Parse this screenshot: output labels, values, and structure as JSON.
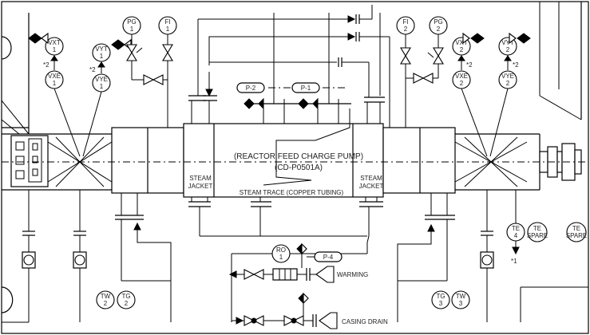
{
  "pump": {
    "name": "(REACTOR FEED CHARGE PUMP)",
    "tag": "(CD-P0501A)",
    "steam_jacket_left": [
      "STEAM",
      "JACKET"
    ],
    "steam_jacket_right": [
      "STEAM",
      "JACKET"
    ],
    "steam_trace": "STEAM TRACE (COPPER TUBING)"
  },
  "pill_labels": {
    "p2": "P-2",
    "p1": "P-1",
    "p4": "P-4"
  },
  "instruments": {
    "vxt_left": [
      "VXT",
      "1"
    ],
    "vyt_left": [
      "VYT",
      "1"
    ],
    "vxe_left": [
      "VXE",
      "1"
    ],
    "vye_left": [
      "VYE",
      "1"
    ],
    "pg_left": [
      "PG",
      "1"
    ],
    "fi_left": [
      "FI",
      "1"
    ],
    "fi_right": [
      "FI",
      "2"
    ],
    "pg_right": [
      "PG",
      "2"
    ],
    "vxt_right": [
      "VXT",
      "2"
    ],
    "vyt_right": [
      "VYT",
      "2"
    ],
    "vxe_right": [
      "VXE",
      "2"
    ],
    "vye_right": [
      "VYE",
      "2"
    ],
    "te4": [
      "TE",
      "4"
    ],
    "te_spare_1": [
      "TE",
      "SPARE"
    ],
    "te_spare_2": [
      "TE",
      "SPARE"
    ],
    "ro1": [
      "RO",
      "1"
    ],
    "tw2": [
      "TW",
      "2"
    ],
    "tg2": [
      "TG",
      "2"
    ],
    "tg3": [
      "TG",
      "3"
    ],
    "tw3": [
      "TW",
      "3"
    ]
  },
  "notes": {
    "n_vxt_left": "*2",
    "n_vyt_left": "*2",
    "n_vxt_right": "*2",
    "n_vyt_right": "*2",
    "n_te4": "*1"
  },
  "lines": {
    "warming": "WARMING",
    "casing_drain": "CASING DRAIN"
  }
}
